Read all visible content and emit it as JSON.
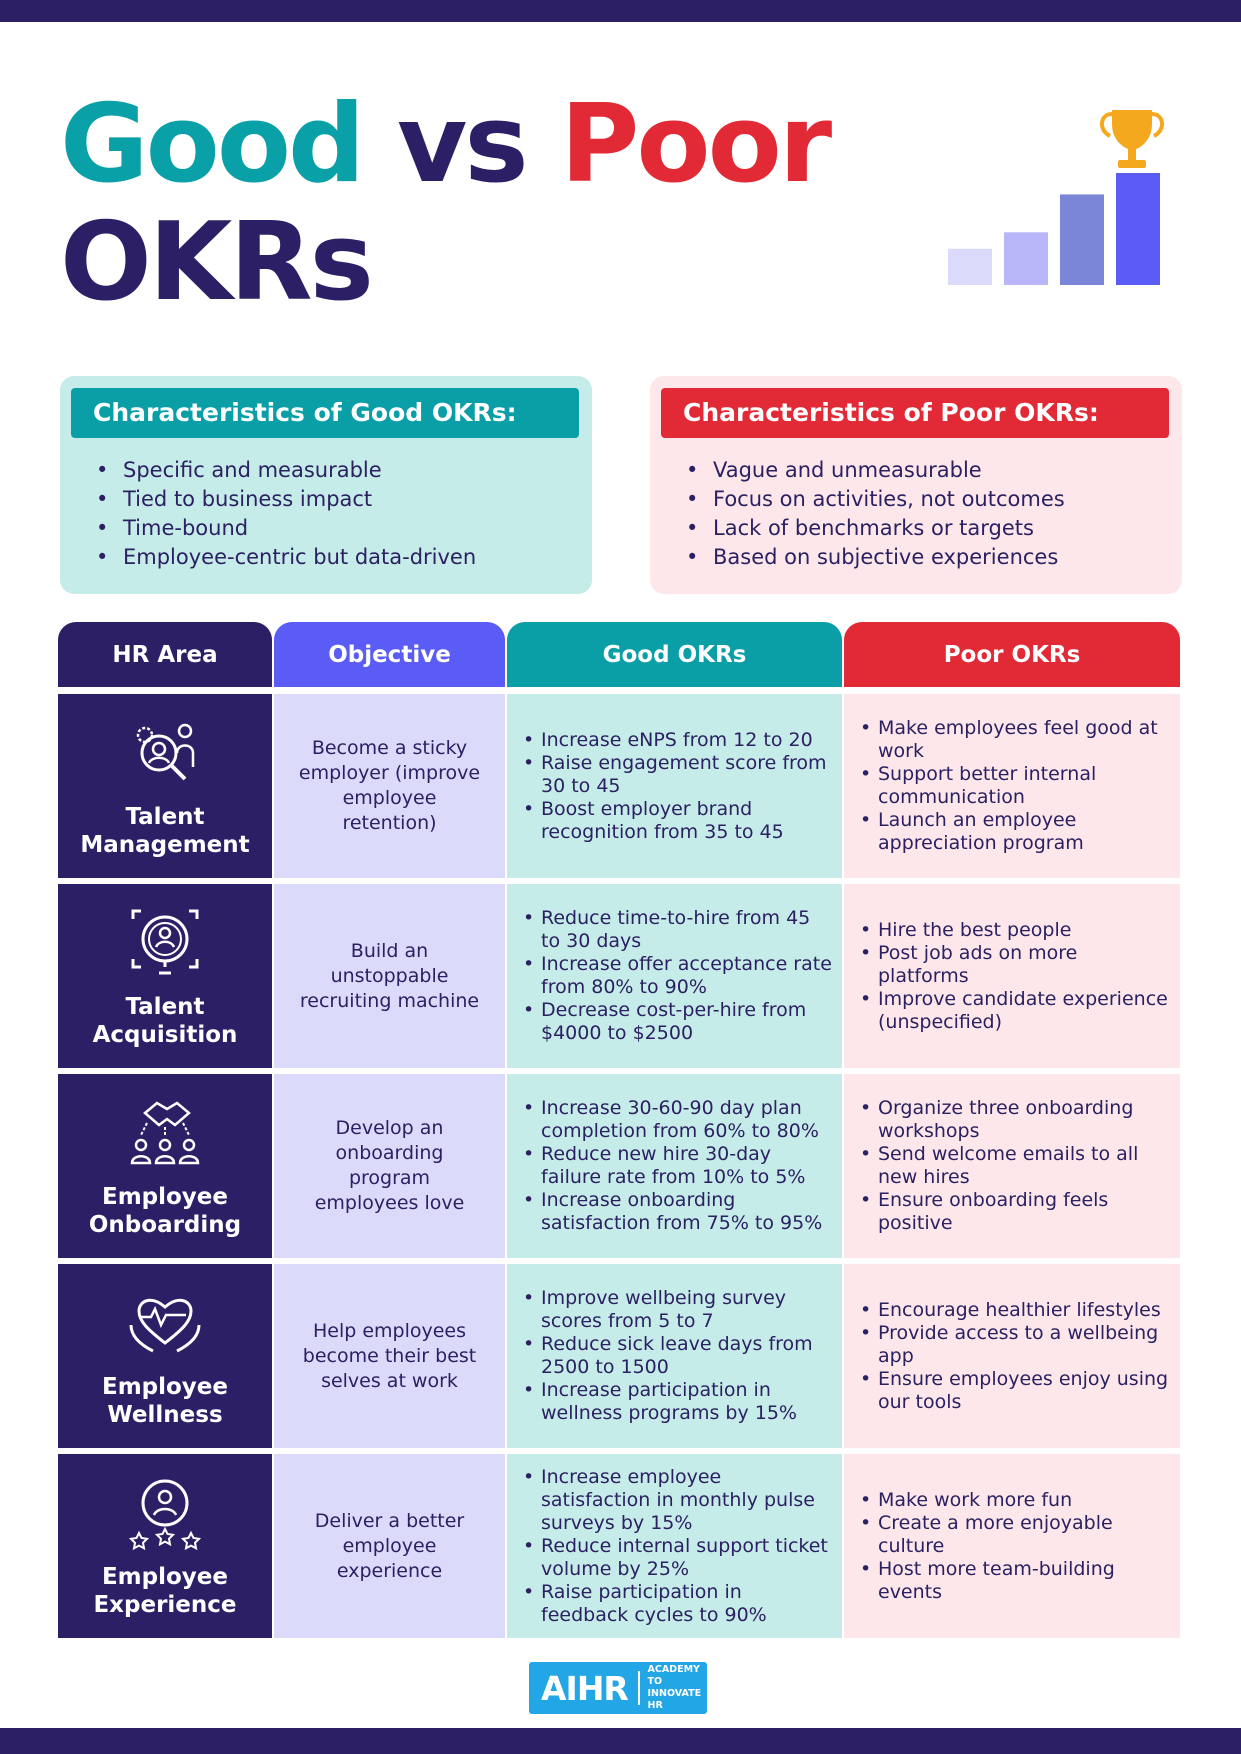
{
  "title": {
    "good": "Good",
    "vs": "vs",
    "poor": "Poor",
    "line2": "OKRs"
  },
  "hero": {
    "icon": "trophy-icon",
    "bars": [
      0.22,
      0.32,
      0.55,
      0.68
    ]
  },
  "good_characteristics": {
    "title": "Characteristics of Good OKRs:",
    "items": [
      "Specific and measurable",
      "Tied to business impact",
      "Time-bound",
      "Employee-centric but data-driven"
    ]
  },
  "poor_characteristics": {
    "title": "Characteristics of Poor OKRs:",
    "items": [
      "Vague and unmeasurable",
      "Focus on activities, not outcomes",
      "Lack of benchmarks or targets",
      "Based on subjective experiences"
    ]
  },
  "table": {
    "headers": [
      "HR Area",
      "Objective",
      "Good OKRs",
      "Poor OKRs"
    ],
    "rows": [
      {
        "area": "Talent\nManagement",
        "icon": "talent-management-icon",
        "objective": "Become a sticky employer (improve employee retention)",
        "good": [
          "Increase eNPS from 12 to 20",
          "Raise engagement score from 30 to 45",
          "Boost employer brand recognition from 35 to 45"
        ],
        "poor": [
          "Make employees feel good at work",
          "Support better internal communication",
          "Launch an employee appreciation program"
        ]
      },
      {
        "area": "Talent\nAcquisition",
        "icon": "talent-acquisition-icon",
        "objective": "Build an unstoppable recruiting machine",
        "good": [
          "Reduce time-to-hire from 45 to 30 days",
          "Increase offer acceptance rate from 80% to 90%",
          "Decrease cost-per-hire from $4000 to $2500"
        ],
        "poor": [
          "Hire the best people",
          "Post job ads on more platforms",
          "Improve candidate experience (unspecified)"
        ]
      },
      {
        "area": "Employee\nOnboarding",
        "icon": "onboarding-icon",
        "objective": "Develop an onboarding program employees love",
        "good": [
          "Increase 30-60-90 day plan completion from 60% to 80%",
          "Reduce new hire 30-day failure rate from 10% to 5%",
          "Increase onboarding satisfaction from 75% to 95%"
        ],
        "poor": [
          "Organize three onboarding workshops",
          "Send welcome emails to all new hires",
          "Ensure onboarding feels positive"
        ]
      },
      {
        "area": "Employee\nWellness",
        "icon": "wellness-icon",
        "objective": "Help employees become their best selves at work",
        "good": [
          "Improve wellbeing survey scores from 5 to 7",
          "Reduce sick leave days from 2500 to 1500",
          "Increase participation in wellness programs by 15%"
        ],
        "poor": [
          "Encourage healthier lifestyles",
          "Provide access to a wellbeing app",
          "Ensure employees enjoy using our tools"
        ]
      },
      {
        "area": "Employee\nExperience",
        "icon": "experience-icon",
        "objective": "Deliver a better employee experience",
        "good": [
          "Increase employee satisfaction in monthly pulse surveys by 15%",
          "Reduce internal support ticket volume by 25%",
          "Raise participation in feedback cycles to 90%"
        ],
        "poor": [
          "Make work more fun",
          "Create a more enjoyable culture",
          "Host more team-building events"
        ]
      }
    ]
  },
  "logo": {
    "main": "AIHR",
    "sub": "ACADEMY TO\nINNOVATE HR"
  },
  "colors": {
    "navy": "#2d1f66",
    "teal": "#0a9fa7",
    "red": "#e22a36",
    "purple": "#5b5cf6",
    "gold": "#f4a81d"
  }
}
